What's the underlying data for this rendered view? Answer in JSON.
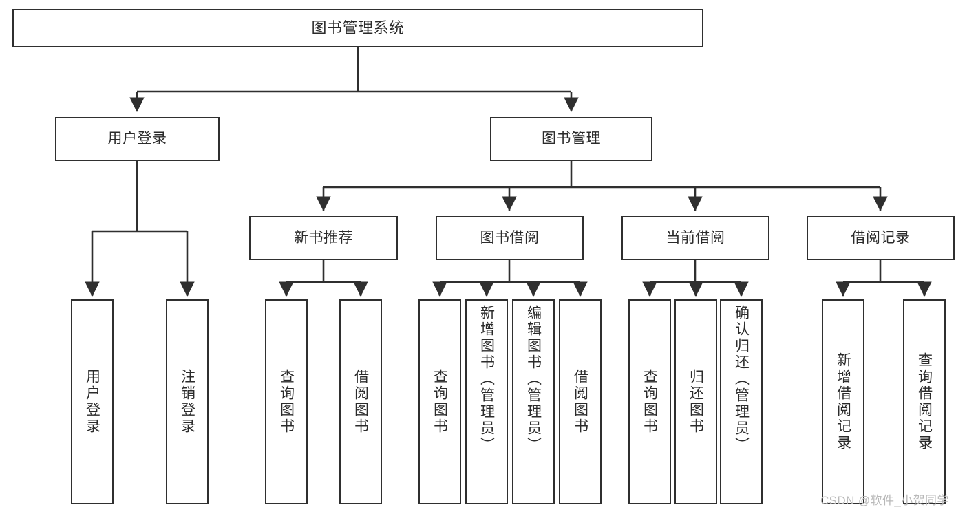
{
  "diagram": {
    "type": "hierarchy-tree",
    "title": "图书管理系统",
    "stroke_color": "#2f2f2f",
    "text_color": "#2b2b2b",
    "background_color": "#ffffff",
    "levels": 4,
    "root": {
      "label": "图书管理系统",
      "children": [
        {
          "label": "用户登录",
          "children": [
            {
              "label": "用户登录"
            },
            {
              "label": "注销登录"
            }
          ]
        },
        {
          "label": "图书管理",
          "children": [
            {
              "label": "新书推荐",
              "children": [
                {
                  "label": "查询图书"
                },
                {
                  "label": "借阅图书"
                }
              ]
            },
            {
              "label": "图书借阅",
              "children": [
                {
                  "label": "查询图书"
                },
                {
                  "label": "新增图书（管理员）"
                },
                {
                  "label": "编辑图书（管理员）"
                },
                {
                  "label": "借阅图书"
                }
              ]
            },
            {
              "label": "当前借阅",
              "children": [
                {
                  "label": "查询图书"
                },
                {
                  "label": "归还图书"
                },
                {
                  "label": "确认归还（管理员）"
                }
              ]
            },
            {
              "label": "借阅记录",
              "children": [
                {
                  "label": "新增借阅记录"
                },
                {
                  "label": "查询借阅记录"
                }
              ]
            }
          ]
        }
      ]
    }
  },
  "nodes": {
    "root": "图书管理系统",
    "user_login": "用户登录",
    "book_manage": "图书管理",
    "new_book_rec": "新书推荐",
    "book_borrow": "图书借阅",
    "current_borrow": "当前借阅",
    "borrow_record": "借阅记录",
    "leaf_user_login": "用户登录",
    "leaf_logout": "注销登录",
    "leaf_query_book_1": "查询图书",
    "leaf_borrow_book_1": "借阅图书",
    "leaf_query_book_2": "查询图书",
    "leaf_add_book_admin": "新增图书（管理员）",
    "leaf_edit_book_admin": "编辑图书（管理员）",
    "leaf_borrow_book_2": "借阅图书",
    "leaf_query_book_3": "查询图书",
    "leaf_return_book": "归还图书",
    "leaf_confirm_return_admin": "确认归还（管理员）",
    "leaf_add_record": "新增借阅记录",
    "leaf_query_record": "查询借阅记录"
  },
  "watermark": {
    "text": "CSDN @软件_小贺同学"
  }
}
